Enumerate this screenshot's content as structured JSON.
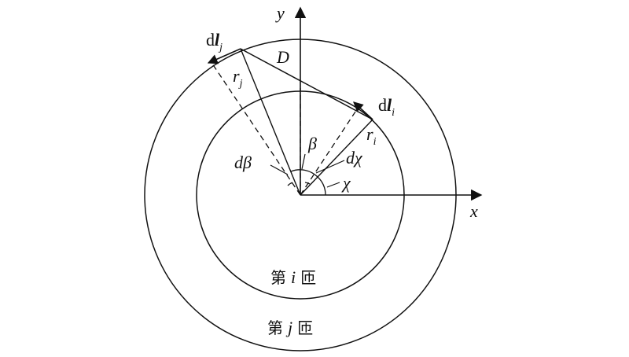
{
  "labels": {
    "x_axis": "x",
    "y_axis": "y",
    "dl_j_prefix": "d",
    "dl_j_symbol": "l",
    "dl_j_subscript": "j",
    "dl_i_prefix": "d",
    "dl_i_symbol": "l",
    "dl_i_subscript": "i",
    "distance": "D",
    "r_j_symbol": "r",
    "r_j_subscript": "j",
    "r_i_symbol": "r",
    "r_i_subscript": "i",
    "beta": "β",
    "d_beta": "dβ",
    "d_chi": "dχ",
    "chi": "χ",
    "inner_turn_prefix": "第",
    "inner_turn_index": "i",
    "inner_turn_suffix": "匝",
    "outer_turn_prefix": "第",
    "outer_turn_index": "j",
    "outer_turn_suffix": "匝"
  }
}
